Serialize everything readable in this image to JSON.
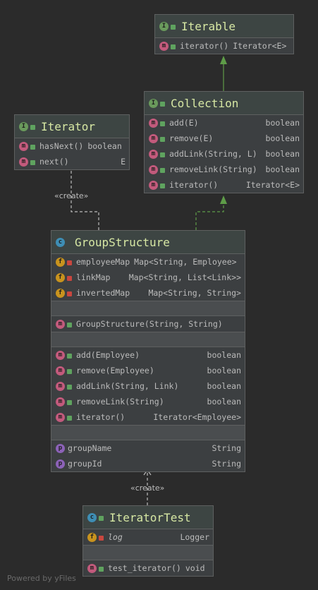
{
  "iterable": {
    "title": "Iterable",
    "methods": [
      {
        "name": "iterator()",
        "type": "Iterator<E>"
      }
    ]
  },
  "collection": {
    "title": "Collection",
    "methods": [
      {
        "name": "add(E)",
        "type": "boolean"
      },
      {
        "name": "remove(E)",
        "type": "boolean"
      },
      {
        "name": "addLink(String, L)",
        "type": "boolean"
      },
      {
        "name": "removeLink(String)",
        "type": "boolean"
      },
      {
        "name": "iterator()",
        "type": "Iterator<E>"
      }
    ]
  },
  "iterator": {
    "title": "Iterator",
    "methods": [
      {
        "name": "hasNext()",
        "type": "boolean"
      },
      {
        "name": "next()",
        "type": "E"
      }
    ]
  },
  "group_structure": {
    "title": "GroupStructure",
    "fields": [
      {
        "name": "employeeMap",
        "type": "Map<String, Employee>"
      },
      {
        "name": "linkMap",
        "type": "Map<String, List<Link>>"
      },
      {
        "name": "invertedMap",
        "type": "Map<String, String>"
      }
    ],
    "constructor": {
      "name": "GroupStructure(String, String)"
    },
    "methods": [
      {
        "name": "add(Employee)",
        "type": "boolean"
      },
      {
        "name": "remove(Employee)",
        "type": "boolean"
      },
      {
        "name": "addLink(String, Link)",
        "type": "boolean"
      },
      {
        "name": "removeLink(String)",
        "type": "boolean"
      },
      {
        "name": "iterator()",
        "type": "Iterator<Employee>"
      }
    ],
    "properties": [
      {
        "name": "groupName",
        "type": "String"
      },
      {
        "name": "groupId",
        "type": "String"
      }
    ]
  },
  "iterator_test": {
    "title": "IteratorTest",
    "fields": [
      {
        "name": "log",
        "type": "Logger"
      }
    ],
    "methods": [
      {
        "name": "test_iterator()",
        "type": "void"
      }
    ]
  },
  "badges": {
    "interface": "I",
    "class": "c",
    "method": "m",
    "field": "f",
    "property": "p"
  },
  "edge_labels": {
    "create_1": "«create»",
    "create_2": "«create»"
  },
  "footer": "Powered by yFiles",
  "colors": {
    "background": "#2b2b2b",
    "node": "#3c3f41",
    "title": "#d7e8a4",
    "realization_arrow": "#5e9c48"
  }
}
